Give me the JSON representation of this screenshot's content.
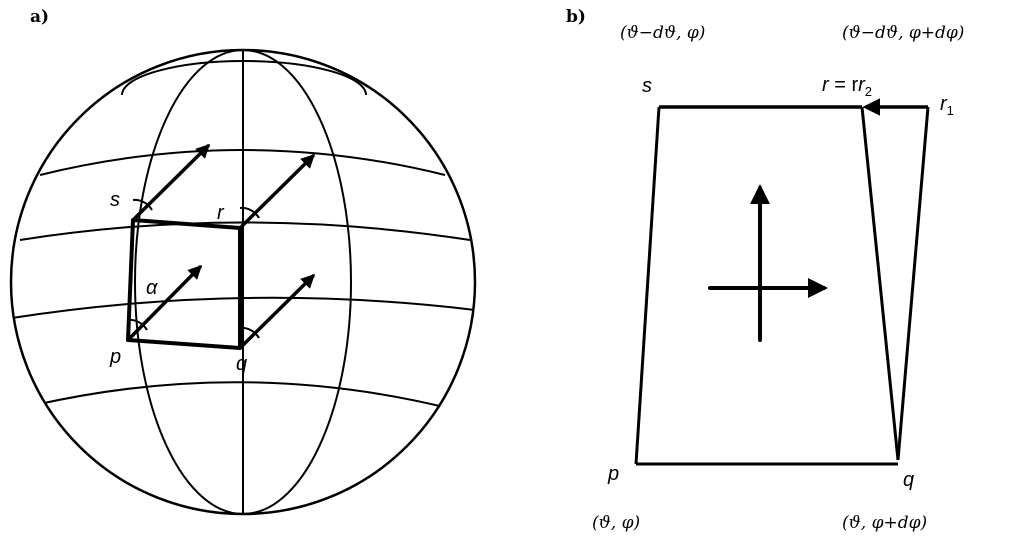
{
  "panel_a": {
    "label": "a)",
    "points": {
      "s": "s",
      "r": "r",
      "p": "p",
      "q": "q"
    },
    "angle": "α"
  },
  "panel_b": {
    "label": "b)",
    "points": {
      "s": "s",
      "r": "r",
      "r_eq": " = r",
      "r2_sub": "2",
      "r1": "r",
      "r1_sub": "1",
      "p": "p",
      "q": "q"
    },
    "coords": {
      "s": "(ϑ−dϑ, φ)",
      "r": "(ϑ−dϑ, φ+dφ)",
      "p": "(ϑ, φ)",
      "q": "(ϑ, φ+dφ)"
    }
  }
}
